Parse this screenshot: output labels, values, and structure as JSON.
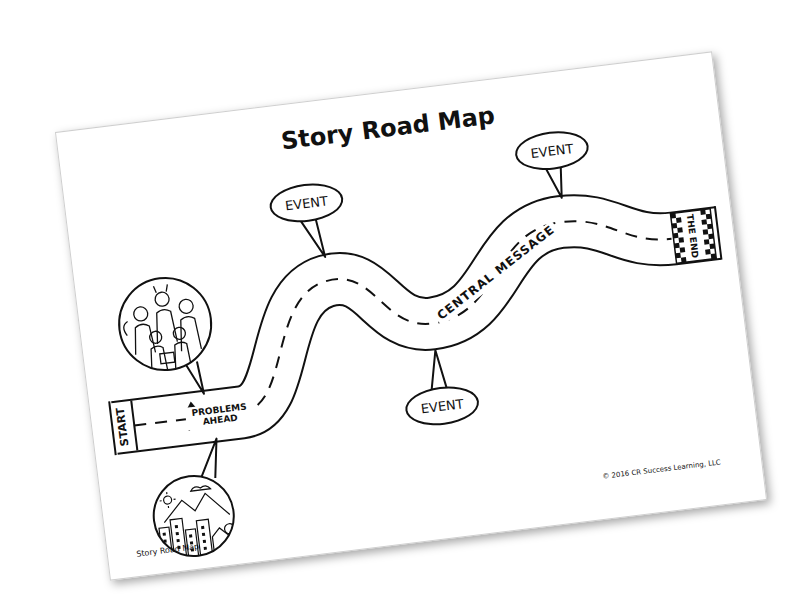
{
  "diagram": {
    "title": "Story Road Map",
    "nodes": [
      {
        "text": [
          "EVENT"
        ]
      },
      {
        "text": [
          "EVENT"
        ]
      },
      {
        "text": [
          "EVENT"
        ]
      }
    ],
    "labels": [
      "START",
      "PROBLEMS AHEAD",
      "CENTRAL MESSAGE",
      "THE END",
      "© 2016 CR Success Learning, LLC",
      "Story Road Map"
    ]
  }
}
